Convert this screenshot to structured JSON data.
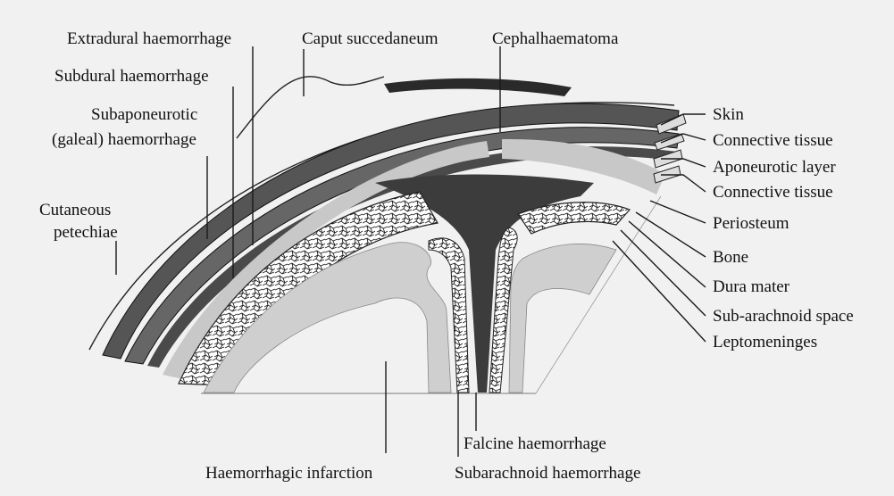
{
  "diagram": {
    "labels": {
      "extradural": "Extradural haemorrhage",
      "caput": "Caput succedaneum",
      "cephalhaematoma": "Cephalhaematoma",
      "subdural": "Subdural haemorrhage",
      "subaponeurotic_1": "Subaponeurotic",
      "subaponeurotic_2": "(galeal) haemorrhage",
      "cutaneous_1": "Cutaneous",
      "cutaneous_2": "petechiae",
      "skin": "Skin",
      "connective_1": "Connective tissue",
      "aponeurotic": "Aponeurotic layer",
      "connective_2": "Connective tissue",
      "periosteum": "Periosteum",
      "bone": "Bone",
      "dura": "Dura mater",
      "subarachnoid_space": "Sub-arachnoid space",
      "leptomeninges": "Leptomeninges",
      "falcine": "Falcine haemorrhage",
      "infarction": "Haemorrhagic infarction",
      "subarachnoid_haem": "Subarachnoid haemorrhage"
    }
  }
}
